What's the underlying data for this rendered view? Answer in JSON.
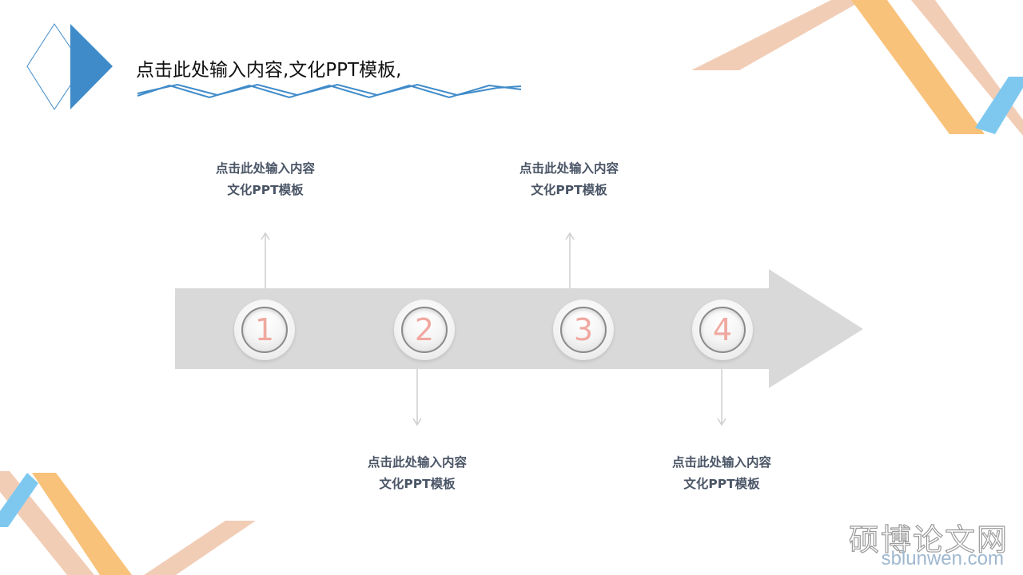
{
  "title": "点击此处输入内容,文化PPT模板,",
  "steps": [
    {
      "number": "1",
      "line1": "点击此处输入内容",
      "line2": "文化PPT模板",
      "direction": "up"
    },
    {
      "number": "2",
      "line1": "点击此处输入内容",
      "line2": "文化PPT模板",
      "direction": "down"
    },
    {
      "number": "3",
      "line1": "点击此处输入内容",
      "line2": "文化PPT模板",
      "direction": "up"
    },
    {
      "number": "4",
      "line1": "点击此处输入内容",
      "line2": "文化PPT模板",
      "direction": "down"
    }
  ],
  "watermark": {
    "cn": "硕博论文网",
    "en": "sblunwen.com"
  },
  "colors": {
    "accent_blue": "#3f8bc9",
    "light_blue": "#7ec8f0",
    "orange": "#f8c27a",
    "peach": "#f2cdb6",
    "arrow_gray": "#d9d9d9",
    "number_pink": "#f0a8a0",
    "caption_text": "#4a5566"
  }
}
